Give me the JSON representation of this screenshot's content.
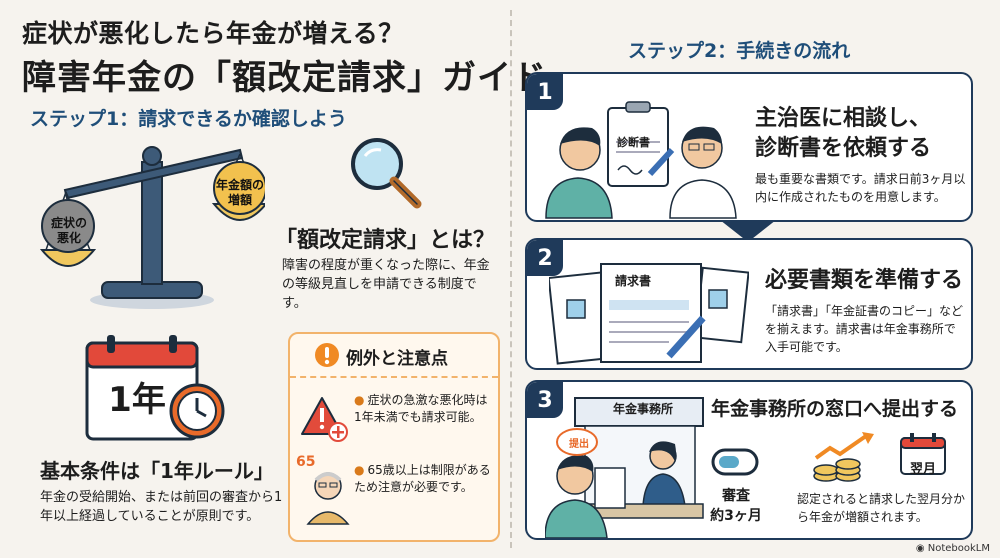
{
  "title": {
    "line1": "症状が悪化したら年金が増える？",
    "line2": "障害年金の「額改定請求」ガイド"
  },
  "step1": {
    "heading": "ステップ1：請求できるか確認しよう",
    "scale_left": [
      "症状の",
      "悪化"
    ],
    "scale_right": [
      "年金額の",
      "増額"
    ],
    "what_heading": "「額改定請求」とは？",
    "what_text": "障害の程度が重くなった際に、年金の等級見直しを申請できる制度です。",
    "calendar_text": "1年",
    "basic_heading": "基本条件は「1年ルール」",
    "basic_text": "年金の受給開始、または前回の審査から1年以上経過していることが原則です。",
    "caution": {
      "title": "例外と注意点",
      "item1": "症状の急激な悪化時は1年未満でも請求可能。",
      "item2": "65歳以上は制限があるため注意が必要です。",
      "age_label": "65"
    }
  },
  "step2": {
    "heading": "ステップ2：手続きの流れ",
    "cards": [
      {
        "number": "1",
        "heading": [
          "主治医に相談し、",
          "診断書を依頼する"
        ],
        "text": "最も重要な書類です。請求日前3ヶ月以内に作成されたものを用意します。",
        "doc_label": "診断書"
      },
      {
        "number": "2",
        "heading": [
          "必要書類を準備する"
        ],
        "text": "「請求書」「年金証書のコピー」などを揃えます。請求書は年金事務所で入手可能です。",
        "doc_label": "請求書"
      },
      {
        "number": "3",
        "heading": [
          "年金事務所の窓口へ提出する"
        ],
        "office_label": "年金事務所",
        "bubble_label": "提出",
        "review_label": [
          "審査",
          "約3ヶ月"
        ],
        "calendar_label": "翌月",
        "text": "認定されると請求した翌月分から年金が増額されます。"
      }
    ]
  },
  "brand": "NotebookLM",
  "colors": {
    "navy": "#1f3a5a",
    "accent_orange": "#f2b36b",
    "red": "#e24b3b",
    "gold": "#f0c75e"
  }
}
